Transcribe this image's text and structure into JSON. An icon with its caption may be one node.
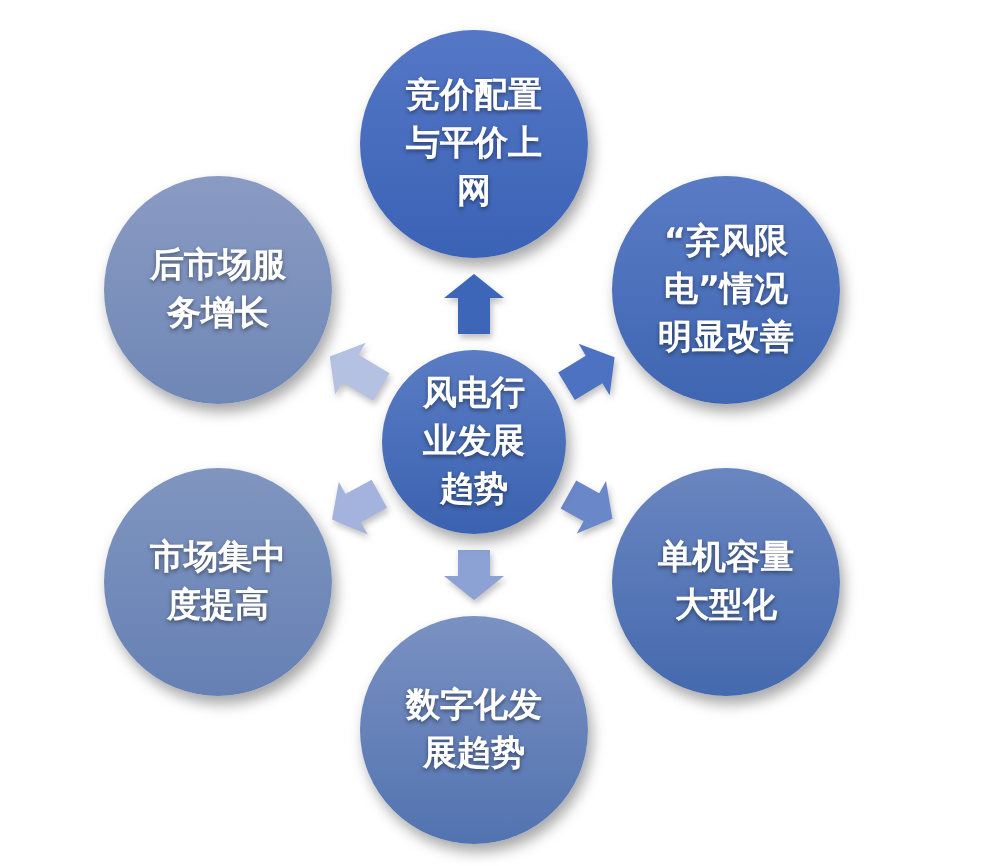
{
  "diagram": {
    "nodes": [
      {
        "text": [
          "风电行业发展趋势"
        ]
      },
      {
        "text": [
          "竞价配置与平价上网"
        ]
      },
      {
        "text": [
          "“弃风限电”情况明显改善"
        ]
      },
      {
        "text": [
          "单机容量大型化"
        ]
      },
      {
        "text": [
          "数字化发展趋势"
        ]
      },
      {
        "text": [
          "市场集中度提高"
        ]
      },
      {
        "text": [
          "后市场服务增长"
        ]
      }
    ],
    "edges": [
      {
        "from": 0,
        "to": 1,
        "arrow": "to",
        "color": "#3d66b8"
      },
      {
        "from": 0,
        "to": 2,
        "arrow": "to",
        "color": "#4d72c2"
      },
      {
        "from": 0,
        "to": 3,
        "arrow": "to",
        "color": "#6a87c9"
      },
      {
        "from": 0,
        "to": 4,
        "arrow": "to",
        "color": "#8da2d4"
      },
      {
        "from": 0,
        "to": 5,
        "arrow": "to",
        "color": "#a3b3dd"
      },
      {
        "from": 0,
        "to": 6,
        "arrow": "to",
        "color": "#b4c1e3"
      }
    ]
  }
}
